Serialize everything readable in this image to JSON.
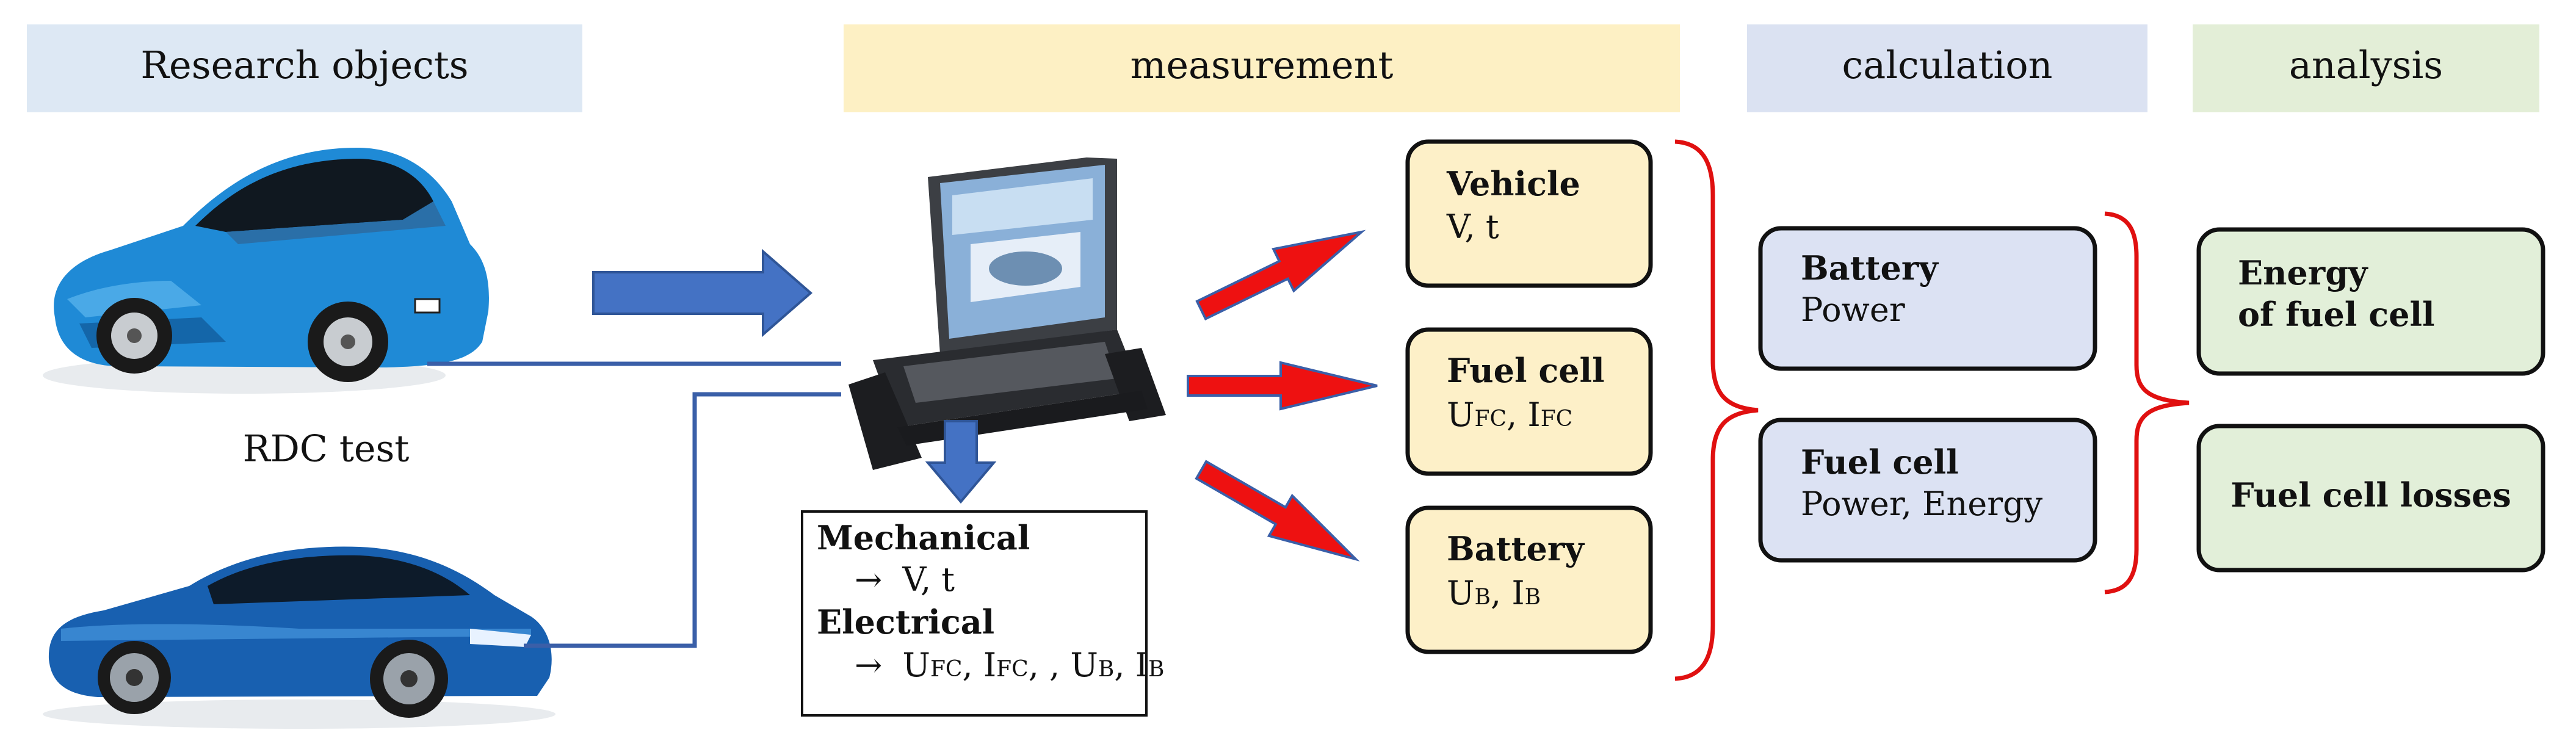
{
  "colors": {
    "header_research": "#dde8f4",
    "header_measurement": "#fdf0c4",
    "header_calculation": "#dbe2f2",
    "header_analysis": "#e3eed7",
    "measure_box_fill": "#fdf0c8",
    "calc_box_fill": "#dce2f3",
    "analysis_box_fill": "#e2efd9",
    "blue_arrow": "#4472c4",
    "blue_line": "#3a5fa8",
    "red_arrow": "#ee1111",
    "red_brace": "#e01010",
    "car_top": "#1f8ad6",
    "car_bottom": "#1860b0"
  },
  "headers": {
    "research": "Research objects",
    "measurement": "measurement",
    "calculation": "calculation",
    "analysis": "analysis"
  },
  "research": {
    "car_label": "RDC test"
  },
  "mechanical": {
    "title": "Mechanical",
    "arrow": "→",
    "value": "V, t"
  },
  "electrical": {
    "title": "Electrical",
    "arrow": "→",
    "u": "U",
    "fc": "FC",
    "i": "I",
    "b": "B",
    "sep1": ", ",
    "sep2": ", , ",
    "sep3": ", "
  },
  "measure_boxes": {
    "vehicle": {
      "title": "Vehicle",
      "value": "V, t"
    },
    "fuel_cell": {
      "title": "Fuel cell",
      "u": "U",
      "sub1": "FC",
      "sep": ", ",
      "i": "I",
      "sub2": "FC"
    },
    "battery": {
      "title": "Battery",
      "u": "U",
      "sub1": "B",
      "sep": ", ",
      "i": "I",
      "sub2": "B"
    }
  },
  "calc_boxes": {
    "battery": {
      "title": "Battery",
      "value": "Power"
    },
    "fuel_cell": {
      "title": "Fuel cell",
      "value": "Power, Energy"
    }
  },
  "analysis_boxes": {
    "energy_line1": "Energy",
    "energy_line2": "of fuel cell",
    "losses": "Fuel cell losses"
  },
  "icons": {
    "car_top": "blue-fuel-cell-car-icon",
    "car_bottom": "blue-fuel-cell-sedan-icon",
    "laptop": "rugged-laptop-icon"
  }
}
